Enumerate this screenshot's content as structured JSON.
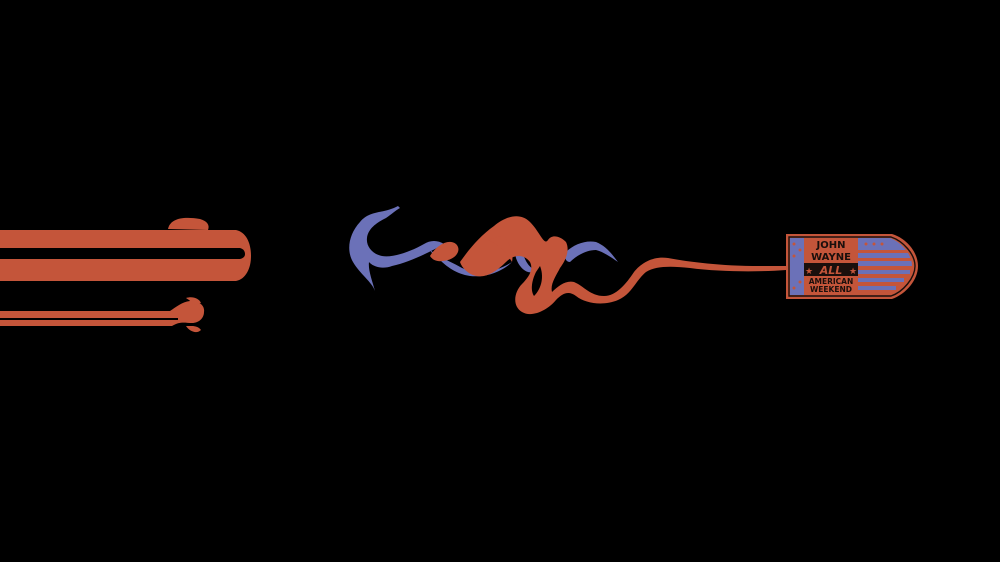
{
  "scene": {
    "background_color": "#000000",
    "colors": {
      "orange": "#c4553a",
      "blue": "#6b71b8",
      "dark": "#1a0f0c"
    },
    "elements": [
      "revolver-barrel",
      "smoke-trail",
      "bullet-badge"
    ]
  },
  "badge": {
    "line1": "JOHN",
    "line2": "WAYNE",
    "line3": "ALL",
    "line4": "AMERICAN",
    "line5": "WEEKEND",
    "star_left": "★",
    "star_right": "★"
  }
}
